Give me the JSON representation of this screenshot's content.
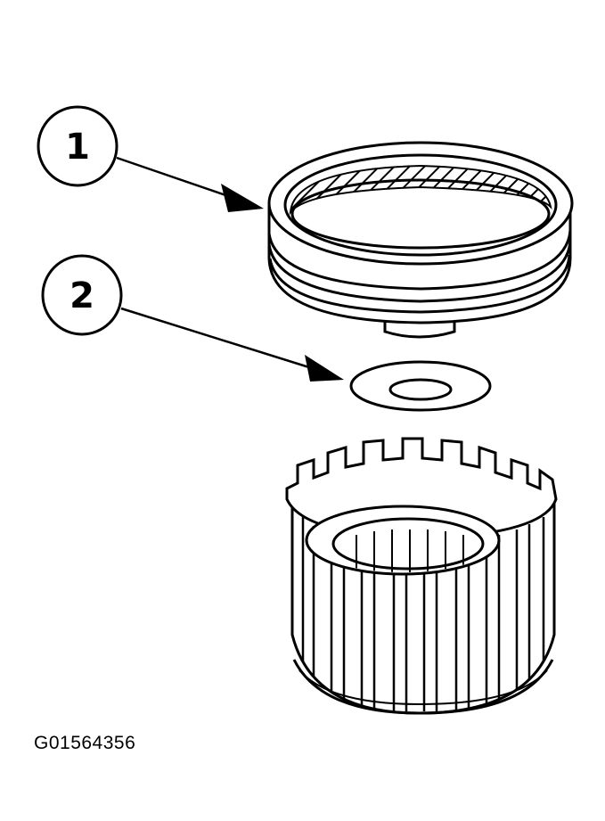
{
  "callouts": [
    {
      "label": "1",
      "part": "drum-with-seal-rings"
    },
    {
      "label": "2",
      "part": "thrust-washer"
    }
  ],
  "figure_id": "G01564356",
  "colors": {
    "line": "#000000",
    "fill": "#ffffff"
  }
}
